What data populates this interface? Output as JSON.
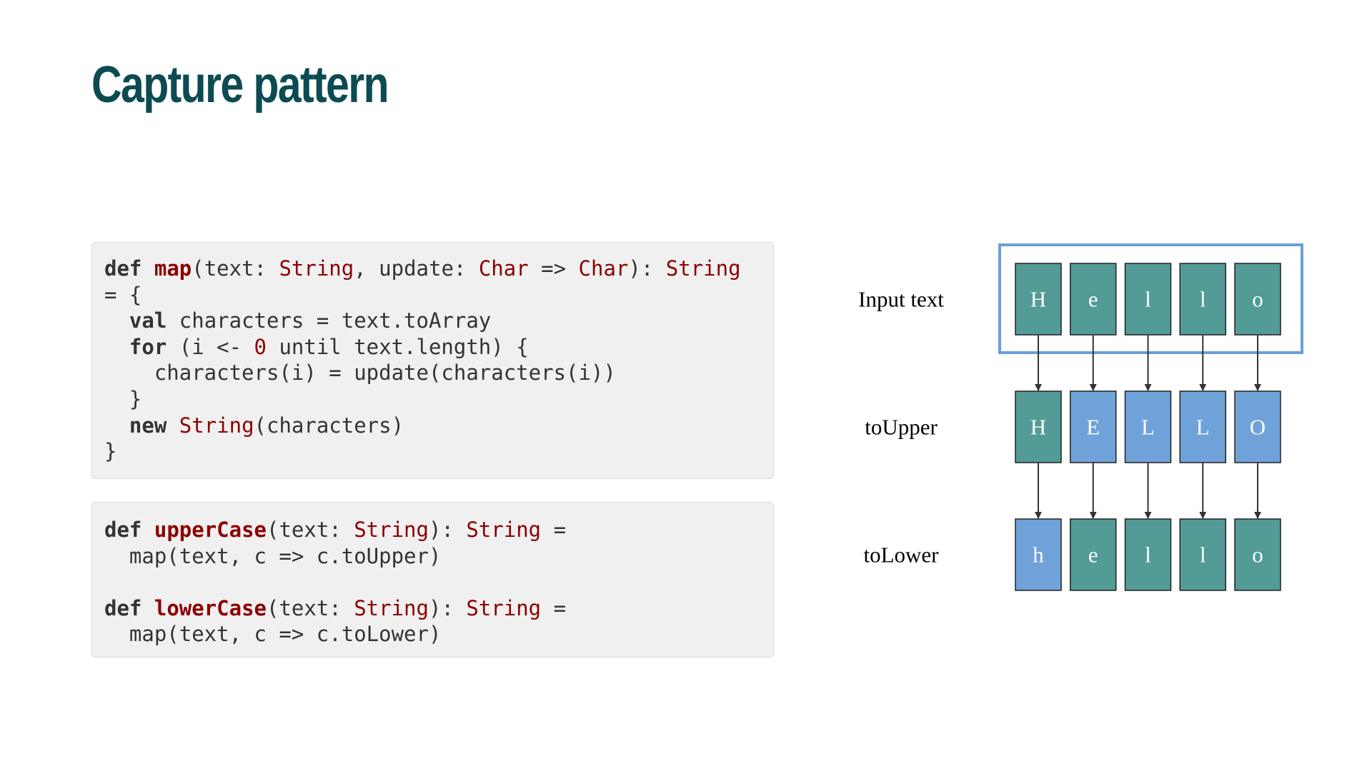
{
  "slide": {
    "title": "Capture pattern"
  },
  "code_map": {
    "lines": [
      [
        {
          "t": "def",
          "c": "kw"
        },
        {
          "t": " "
        },
        {
          "t": "map",
          "c": "fn"
        },
        {
          "t": "(text: "
        },
        {
          "t": "String",
          "c": "ty"
        },
        {
          "t": ", update: "
        },
        {
          "t": "Char",
          "c": "ty"
        },
        {
          "t": " => "
        },
        {
          "t": "Char",
          "c": "ty"
        },
        {
          "t": "): "
        },
        {
          "t": "String",
          "c": "ty"
        }
      ],
      [
        {
          "t": "= {"
        }
      ],
      [
        {
          "t": "  "
        },
        {
          "t": "val",
          "c": "kw"
        },
        {
          "t": " characters = text.toArray"
        }
      ],
      [
        {
          "t": "  "
        },
        {
          "t": "for",
          "c": "kw"
        },
        {
          "t": " (i <- "
        },
        {
          "t": "0",
          "c": "num"
        },
        {
          "t": " until text.length) {"
        }
      ],
      [
        {
          "t": "    characters(i) = update(characters(i))"
        }
      ],
      [
        {
          "t": "  }"
        }
      ],
      [
        {
          "t": "  "
        },
        {
          "t": "new",
          "c": "kw"
        },
        {
          "t": " "
        },
        {
          "t": "String",
          "c": "ty"
        },
        {
          "t": "(characters)"
        }
      ],
      [
        {
          "t": "}"
        }
      ]
    ]
  },
  "code_case": {
    "lines": [
      [
        {
          "t": "def",
          "c": "kw"
        },
        {
          "t": " "
        },
        {
          "t": "upperCase",
          "c": "fn"
        },
        {
          "t": "(text: "
        },
        {
          "t": "String",
          "c": "ty"
        },
        {
          "t": "): "
        },
        {
          "t": "String",
          "c": "ty"
        },
        {
          "t": " ="
        }
      ],
      [
        {
          "t": "  map(text, c => c.toUpper)"
        }
      ],
      [
        {
          "t": ""
        }
      ],
      [
        {
          "t": "def",
          "c": "kw"
        },
        {
          "t": " "
        },
        {
          "t": "lowerCase",
          "c": "fn"
        },
        {
          "t": "(text: "
        },
        {
          "t": "String",
          "c": "ty"
        },
        {
          "t": "): "
        },
        {
          "t": "String",
          "c": "ty"
        },
        {
          "t": " ="
        }
      ],
      [
        {
          "t": "  map(text, c => c.toLower)"
        }
      ]
    ]
  },
  "diagram": {
    "colors": {
      "unchanged": "#529b96",
      "changed": "#6fa2d8",
      "highlight_border": "#6a9fd6",
      "cell_border": "#222222",
      "arrow": "#333333"
    },
    "rows": [
      {
        "label": "Input text",
        "cells": [
          {
            "char": "H",
            "state": "unchanged"
          },
          {
            "char": "e",
            "state": "unchanged"
          },
          {
            "char": "l",
            "state": "unchanged"
          },
          {
            "char": "l",
            "state": "unchanged"
          },
          {
            "char": "o",
            "state": "unchanged"
          }
        ]
      },
      {
        "label": "toUpper",
        "cells": [
          {
            "char": "H",
            "state": "unchanged"
          },
          {
            "char": "E",
            "state": "changed"
          },
          {
            "char": "L",
            "state": "changed"
          },
          {
            "char": "L",
            "state": "changed"
          },
          {
            "char": "O",
            "state": "changed"
          }
        ]
      },
      {
        "label": "toLower",
        "cells": [
          {
            "char": "h",
            "state": "changed"
          },
          {
            "char": "e",
            "state": "unchanged"
          },
          {
            "char": "l",
            "state": "unchanged"
          },
          {
            "char": "l",
            "state": "unchanged"
          },
          {
            "char": "o",
            "state": "unchanged"
          }
        ]
      }
    ]
  }
}
